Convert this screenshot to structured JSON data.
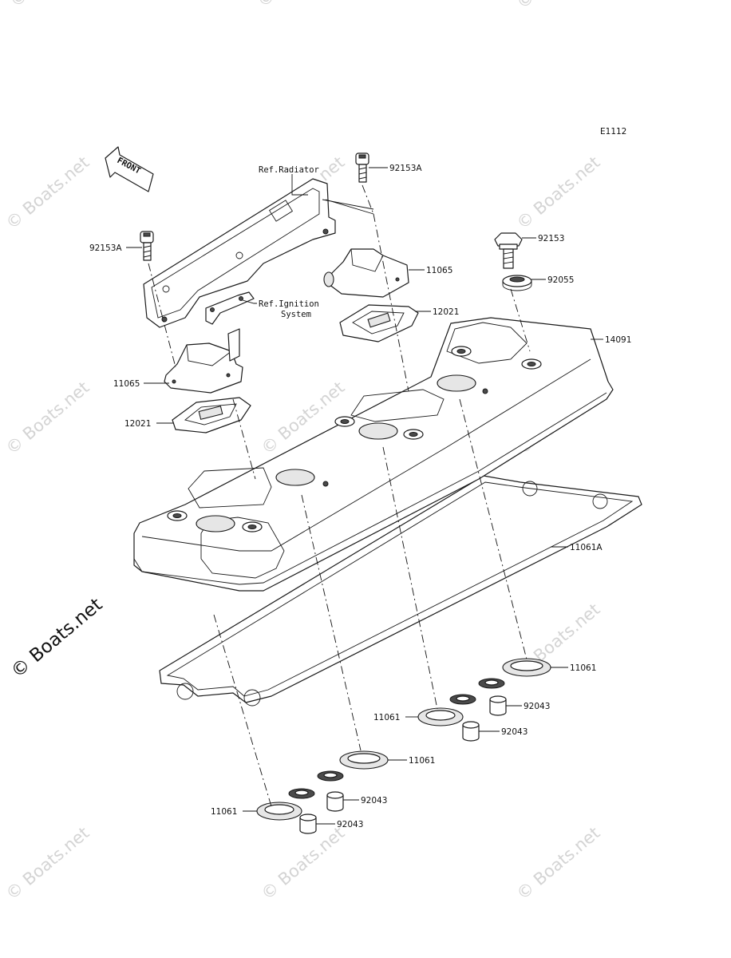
{
  "diagram_code": "E1112",
  "front_arrow": "FRONT",
  "watermark": "© Boats.net",
  "labels": {
    "p92153A_top": "92153A",
    "p92153A_left": "92153A",
    "p92153": "92153",
    "p92055": "92055",
    "p11065_right": "11065",
    "p11065_left": "11065",
    "p12021_right": "12021",
    "p12021_left": "12021",
    "p14091": "14091",
    "p11061A": "11061A",
    "p11061_r1": "11061",
    "p11061_r2": "11061",
    "p11061_l1": "11061",
    "p11061_l2": "11061",
    "p92043_a": "92043",
    "p92043_b": "92043",
    "p92043_c": "92043",
    "p92043_d": "92043",
    "ref_radiator": "Ref.Radiator",
    "ref_ignition_1": "Ref.Ignition",
    "ref_ignition_2": "System"
  }
}
